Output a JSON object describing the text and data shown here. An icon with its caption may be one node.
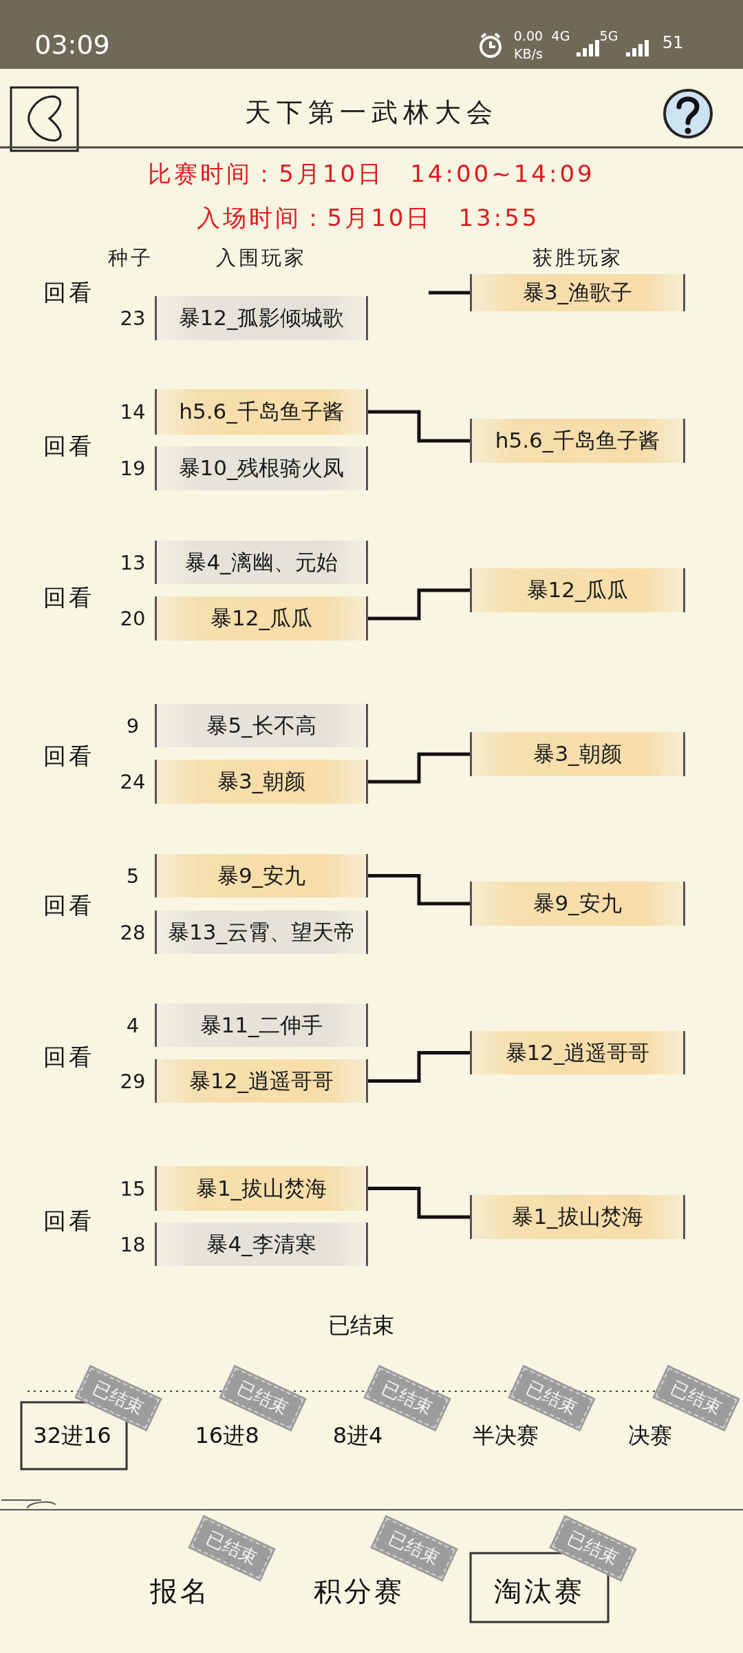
{
  "diagram": {
    "title": "天下第一武林大会",
    "nodes": [
      {
        "text": [
          "暴3_渔歌子"
        ]
      },
      {
        "text": [
          "暴12_孤影倾城歌"
        ],
        "beside": [
          "23"
        ]
      },
      {
        "text": [
          "h5.6_千岛鱼子酱"
        ],
        "beside": [
          "14"
        ]
      },
      {
        "text": [
          "暴10_残根骑火凤"
        ],
        "beside": [
          "19"
        ]
      },
      {
        "text": [
          "h5.6_千岛鱼子酱"
        ]
      },
      {
        "text": [
          "暴4_漓幽、元始"
        ],
        "beside": [
          "13"
        ]
      },
      {
        "text": [
          "暴12_瓜瓜"
        ],
        "beside": [
          "20"
        ]
      },
      {
        "text": [
          "暴12_瓜瓜"
        ]
      },
      {
        "text": [
          "暴5_长不高"
        ],
        "beside": [
          "9"
        ]
      },
      {
        "text": [
          "暴3_朝颜"
        ],
        "beside": [
          "24"
        ]
      },
      {
        "text": [
          "暴3_朝颜"
        ]
      },
      {
        "text": [
          "暴9_安九"
        ],
        "beside": [
          "5"
        ]
      },
      {
        "text": [
          "暴13_云霄、望天帝"
        ],
        "beside": [
          "28"
        ]
      },
      {
        "text": [
          "暴9_安九"
        ]
      },
      {
        "text": [
          "暴11_二伸手"
        ],
        "beside": [
          "4"
        ]
      },
      {
        "text": [
          "暴12_逍遥哥哥"
        ],
        "beside": [
          "29"
        ]
      },
      {
        "text": [
          "暴12_逍遥哥哥"
        ]
      },
      {
        "text": [
          "暴1_拔山焚海"
        ],
        "beside": [
          "15"
        ]
      },
      {
        "text": [
          "暴4_李清寒"
        ],
        "beside": [
          "18"
        ]
      },
      {
        "text": [
          "暴1_拔山焚海"
        ]
      }
    ],
    "edges": [
      {
        "from": null,
        "to": 0,
        "arrow": "none"
      },
      {
        "from": 2,
        "to": 4,
        "arrow": "none"
      },
      {
        "from": 6,
        "to": 7,
        "arrow": "none"
      },
      {
        "from": 9,
        "to": 10,
        "arrow": "none"
      },
      {
        "from": 11,
        "to": 13,
        "arrow": "none"
      },
      {
        "from": 15,
        "to": 16,
        "arrow": "none"
      },
      {
        "from": 17,
        "to": 19,
        "arrow": "none"
      }
    ],
    "labels": [
      "03:09",
      "0.00",
      "KB/s",
      "4G",
      "5G",
      "51",
      "比赛时间：5月10日　14:00~14:09",
      "入场时间：5月10日　13:55",
      "种子",
      "入围玩家",
      "获胜玩家",
      "回看",
      "回看",
      "回看",
      "回看",
      "回看",
      "回看",
      "回看",
      "已结束",
      "32进16",
      "已结束",
      "16进8",
      "已结束",
      "8进4",
      "已结束",
      "半决赛",
      "已结束",
      "决赛",
      "已结束",
      "报名",
      "已结束",
      "积分赛",
      "已结束",
      "淘汰赛",
      "已结束"
    ]
  }
}
